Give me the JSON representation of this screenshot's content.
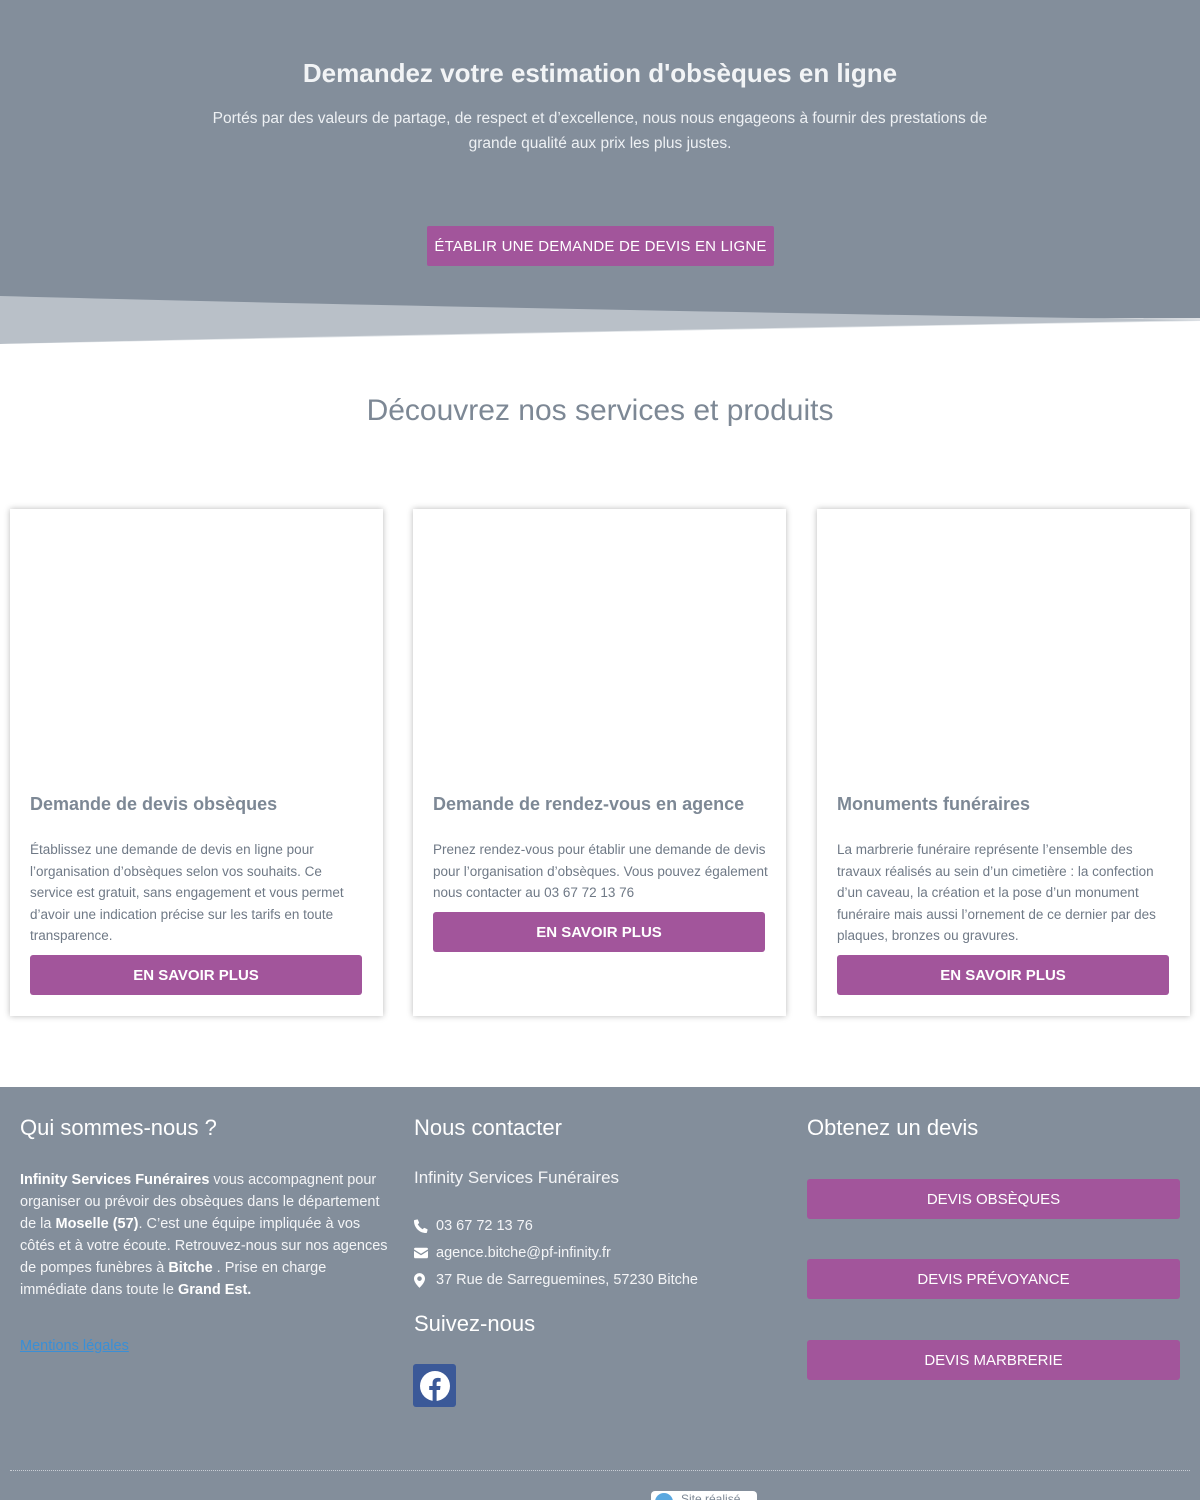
{
  "hero": {
    "title": "Demandez votre estimation d'obsèques en ligne",
    "text": "Portés par des valeurs de partage, de respect et d’excellence, nous nous engageons à fournir des prestations de grande qualité aux prix les plus justes.",
    "button": "ÉTABLIR UNE DEMANDE DE DEVIS EN LIGNE"
  },
  "services": {
    "title": "Découvrez nos services et produits",
    "cards": [
      {
        "title": "Demande de devis obsèques",
        "text": "Établissez une demande de devis en ligne pour l’organisation d’obsèques selon vos souhaits. Ce service est gratuit, sans engagement et vous permet d’avoir une indication précise sur les tarifs en toute transparence.",
        "button": "EN SAVOIR PLUS"
      },
      {
        "title": "Demande de rendez-vous en agence",
        "text": "Prenez rendez-vous pour établir une demande de devis pour l’organisation d’obsèques. Vous pouvez également nous contacter au 03 67 72 13 76",
        "button": "EN SAVOIR PLUS"
      },
      {
        "title": "Monuments funéraires",
        "text": "La marbrerie funéraire représente l’ensemble des travaux réalisés au sein d’un cimetière : la confection d’un caveau, la création et la pose d’un monument funéraire mais aussi l’ornement de ce dernier par des plaques, bronzes ou gravures.",
        "button": "EN SAVOIR PLUS"
      }
    ]
  },
  "footer": {
    "about": {
      "heading": "Qui sommes-nous ?",
      "brand": "Infinity Services Funéraires",
      "text_1": " vous accompagnent pour organiser ou prévoir des obsèques dans le département de la ",
      "region": "Moselle (57)",
      "text_2": ". C’est une équipe impliquée à vos côtés et à votre écoute. Retrouvez-nous sur nos agences de pompes funèbres à ",
      "city": "Bitche",
      "text_3": " . Prise en charge immédiate dans toute le ",
      "area": "Grand Est.",
      "legal_link": "Mentions légales"
    },
    "contact": {
      "heading": "Nous contacter",
      "company": "Infinity Services Funéraires",
      "phone": "03 67 72 13 76",
      "email": "agence.bitche@pf-infinity.fr",
      "address": "37 Rue de Sarreguemines, 57230 Bitche",
      "follow_heading": "Suivez-nous",
      "social_icon": "facebook-icon"
    },
    "quote": {
      "heading": "Obtenez un devis",
      "buttons": [
        "DEVIS OBSÈQUES",
        "DEVIS PRÉVOYANCE",
        "DEVIS MARBRERIE"
      ]
    },
    "badge_text": "Site réalisé"
  },
  "colors": {
    "hero_bg": "#838e9b",
    "accent": "#a2559b",
    "footer_bg": "#838e9b",
    "facebook": "#3b5998",
    "link": "#3a8fd6"
  }
}
